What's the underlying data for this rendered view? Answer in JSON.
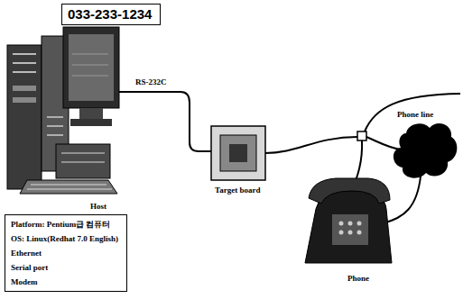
{
  "diagram": {
    "nodes": [
      {
        "text": [
          "033-233-1234"
        ]
      },
      {
        "text": [
          "Platform: Pentium급 컴퓨터",
          "OS: Linux(Redhat 7.0 English)",
          "Ethernet",
          "Serial port",
          "Modem"
        ]
      }
    ],
    "labels": [
      "Host",
      "RS-232C",
      "Target board",
      "Phone line",
      "Phone"
    ]
  }
}
